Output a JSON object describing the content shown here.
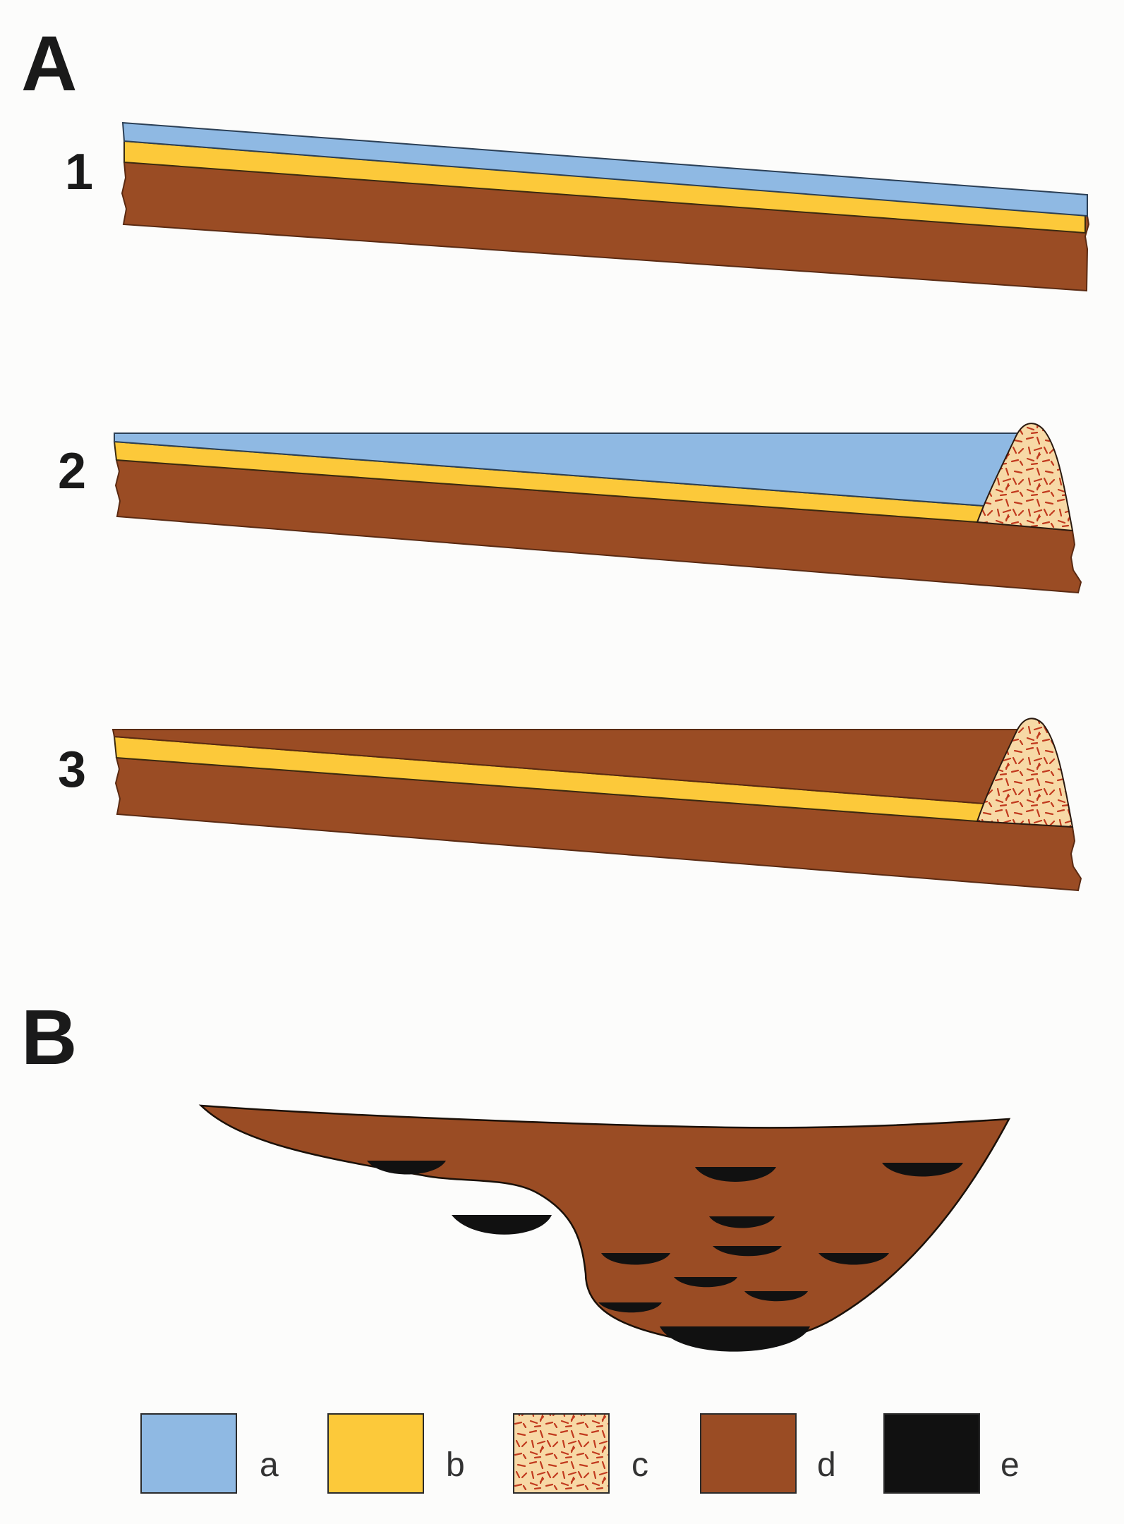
{
  "panels": {
    "A": {
      "label": "A",
      "steps": [
        {
          "label": "1"
        },
        {
          "label": "2"
        },
        {
          "label": "3"
        }
      ]
    },
    "B": {
      "label": "B"
    }
  },
  "legend": [
    {
      "key": "a",
      "label": "a",
      "color": "#8fb9e3",
      "pattern": "solid"
    },
    {
      "key": "b",
      "label": "b",
      "color": "#fcc93a",
      "pattern": "solid"
    },
    {
      "key": "c",
      "label": "c",
      "color": "#f7d9a6",
      "pattern": "speckled",
      "speckle_color": "#c13a1e"
    },
    {
      "key": "d",
      "label": "d",
      "color": "#9a4c24",
      "pattern": "solid"
    },
    {
      "key": "e",
      "label": "e",
      "color": "#111111",
      "pattern": "solid"
    }
  ]
}
